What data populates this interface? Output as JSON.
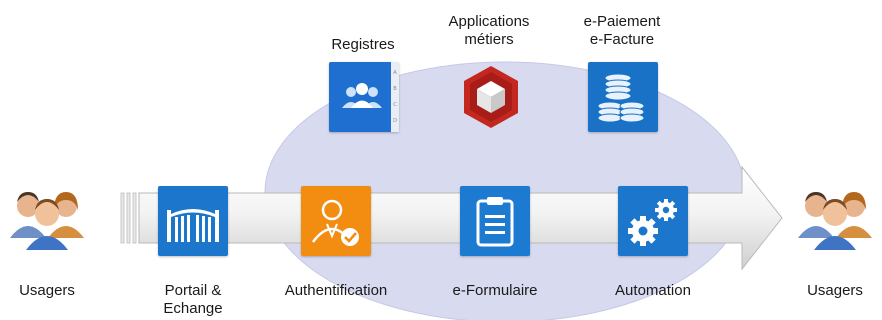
{
  "colors": {
    "ellipse": "#d6d8ef",
    "tile_blue": "#1874c9",
    "tile_orange": "#f08c11",
    "cube_red": "#c92b25"
  },
  "top_services": [
    {
      "id": "registres",
      "label": "Registres",
      "icon": "contact-book-icon"
    },
    {
      "id": "applications",
      "label_lines": [
        "Applications",
        "métiers"
      ],
      "icon": "red-cube-icon"
    },
    {
      "id": "paiement",
      "label_lines": [
        "e-Paiement",
        "e-Facture"
      ],
      "icon": "coin-stack-icon"
    }
  ],
  "flow_steps": [
    {
      "id": "usagers-left",
      "label": "Usagers",
      "icon": "users-group-icon"
    },
    {
      "id": "portail",
      "label_lines": [
        "Portail &",
        "Echange"
      ],
      "icon": "gate-icon"
    },
    {
      "id": "authentification",
      "label": "Authentification",
      "icon": "user-check-icon"
    },
    {
      "id": "formulaire",
      "label": "e-Formulaire",
      "icon": "clipboard-icon"
    },
    {
      "id": "automation",
      "label": "Automation",
      "icon": "gears-icon"
    },
    {
      "id": "usagers-right",
      "label": "Usagers",
      "icon": "users-group-icon"
    }
  ]
}
